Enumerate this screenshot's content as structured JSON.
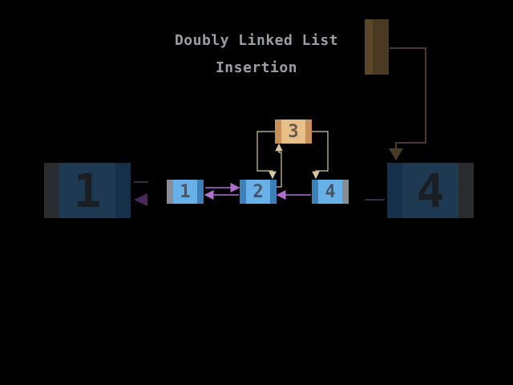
{
  "title": {
    "line1": "Doubly Linked List",
    "line2": "Insertion"
  },
  "colors": {
    "background": "#000000",
    "title_text": "#9a9ea6",
    "node_blue": "#68b0e8",
    "node_blue_dark": "#3d7fb8",
    "node_grey": "#8a8e94",
    "node_text": "#4a5561",
    "new_node": "#e6c088",
    "new_node_dark": "#c98f5a",
    "pointer_purple": "#b070d0",
    "pointer_tan": "#d8c8a0",
    "faded_blue": "#1e3a52",
    "faded_brown": "#4a3a24"
  },
  "list_nodes": [
    {
      "label": "1",
      "role": "head"
    },
    {
      "label": "2",
      "role": "middle"
    },
    {
      "label": "4",
      "role": "tail"
    }
  ],
  "new_node": {
    "label": "3"
  },
  "zoomed_nodes": {
    "left": {
      "label": "1"
    },
    "right": {
      "label": "4"
    }
  }
}
